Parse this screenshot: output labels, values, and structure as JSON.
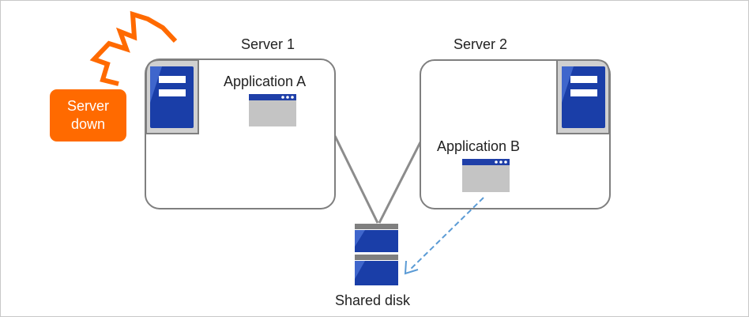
{
  "server1": {
    "title": "Server 1",
    "application": "Application A"
  },
  "server2": {
    "title": "Server 2",
    "application": "Application B"
  },
  "shared_disk": {
    "label": "Shared disk"
  },
  "alert": {
    "line1": "Server",
    "line2": "down",
    "color": "#ff6a00"
  },
  "icons": [
    "server-icon",
    "application-window-icon",
    "shared-disk-icon",
    "lightning-icon"
  ],
  "colors": {
    "server_blue": "#1f3fa8",
    "window_titlebar": "#1f3fa8",
    "window_body": "#c4c4c4",
    "failover_arrow": "#5b9bd5",
    "box_border": "#7f7f7f"
  }
}
